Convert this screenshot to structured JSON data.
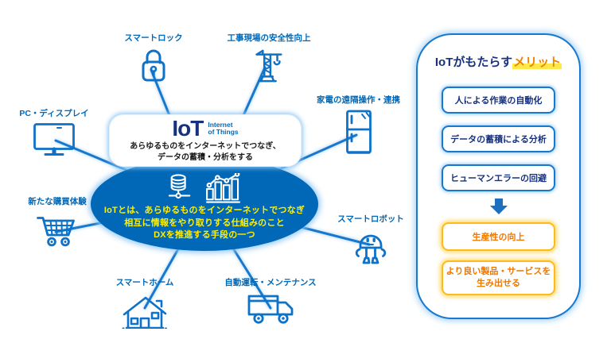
{
  "diagram": {
    "hub": {
      "logo": "IoT",
      "logo_sub": [
        "Internet",
        "of Things"
      ],
      "summary": [
        "あらゆるものをインターネットでつなぎ、",
        "データの蓄積・分析をする"
      ],
      "definition": [
        "IoTとは、あらゆるものをインターネットでつなぎ",
        "相互に情報をやり取りする仕組みのこと",
        "DXを推進する手段の一つ"
      ],
      "center_icons": [
        "database-icon",
        "bar-chart-icon"
      ]
    },
    "nodes": [
      {
        "label": "スマートロック",
        "icon": "padlock-icon"
      },
      {
        "label": "工事現場の安全性向上",
        "icon": "crane-icon"
      },
      {
        "label": "PC・ディスプレイ",
        "icon": "monitor-icon"
      },
      {
        "label": "家電の遠隔操作・連携",
        "icon": "refrigerator-icon"
      },
      {
        "label": "新たな購買体験",
        "icon": "shopping-cart-icon"
      },
      {
        "label": "スマートロボット",
        "icon": "robot-icon"
      },
      {
        "label": "スマートホーム",
        "icon": "house-icon"
      },
      {
        "label": "自動運転・メンテナンス",
        "icon": "truck-icon"
      }
    ]
  },
  "panel": {
    "title": {
      "prefix": "IoTがもたらす",
      "highlight": "メリット"
    },
    "benefit_boxes": [
      "人による作業の自動化",
      "データの蓄積による分析",
      "ヒューマンエラーの回避"
    ],
    "results": [
      {
        "lines": [
          "生産性の向上"
        ]
      },
      {
        "lines": [
          "より良い製品・サービスを",
          "生み出せる"
        ]
      }
    ]
  },
  "colors": {
    "primary_blue": "#0d72c8",
    "spoke_blue": "#1878ce",
    "hub_fill": "#0068b7",
    "navy_text": "#17317e",
    "label_blue": "#0068b7",
    "definition_yellow": "#ffef00",
    "accent_orange": "#ee7800",
    "highlight_marker": "#ffe94a",
    "result_border": "#ffb81e"
  }
}
